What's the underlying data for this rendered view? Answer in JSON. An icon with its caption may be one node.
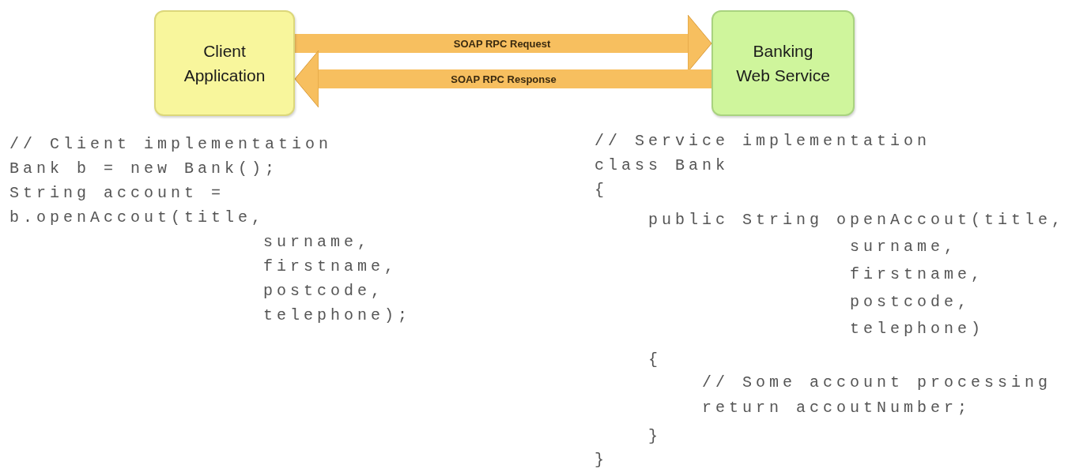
{
  "diagram": {
    "nodes": [
      {
        "text": [
          "Client Application"
        ]
      },
      {
        "text": [
          "Banking Web Service"
        ]
      }
    ],
    "edges": [
      {
        "from": 0,
        "to": 1,
        "arrow": "to",
        "label": "SOAP RPC Request"
      },
      {
        "from": 1,
        "to": 0,
        "arrow": "to",
        "label": "SOAP RPC Response"
      }
    ],
    "labels": [
      "// Client implementation",
      "Bank b = new Bank();",
      "String account =",
      "b.openAccout(title,",
      "surname,",
      "firstname,",
      "postcode,",
      "telephone);",
      "// Service implementation",
      "class Bank",
      "{",
      "public String openAccout(title,",
      "surname,",
      "firstname,",
      "postcode,",
      "telephone)",
      "{",
      "// Some account processing",
      "return accoutNumber;",
      "}",
      "}"
    ]
  }
}
